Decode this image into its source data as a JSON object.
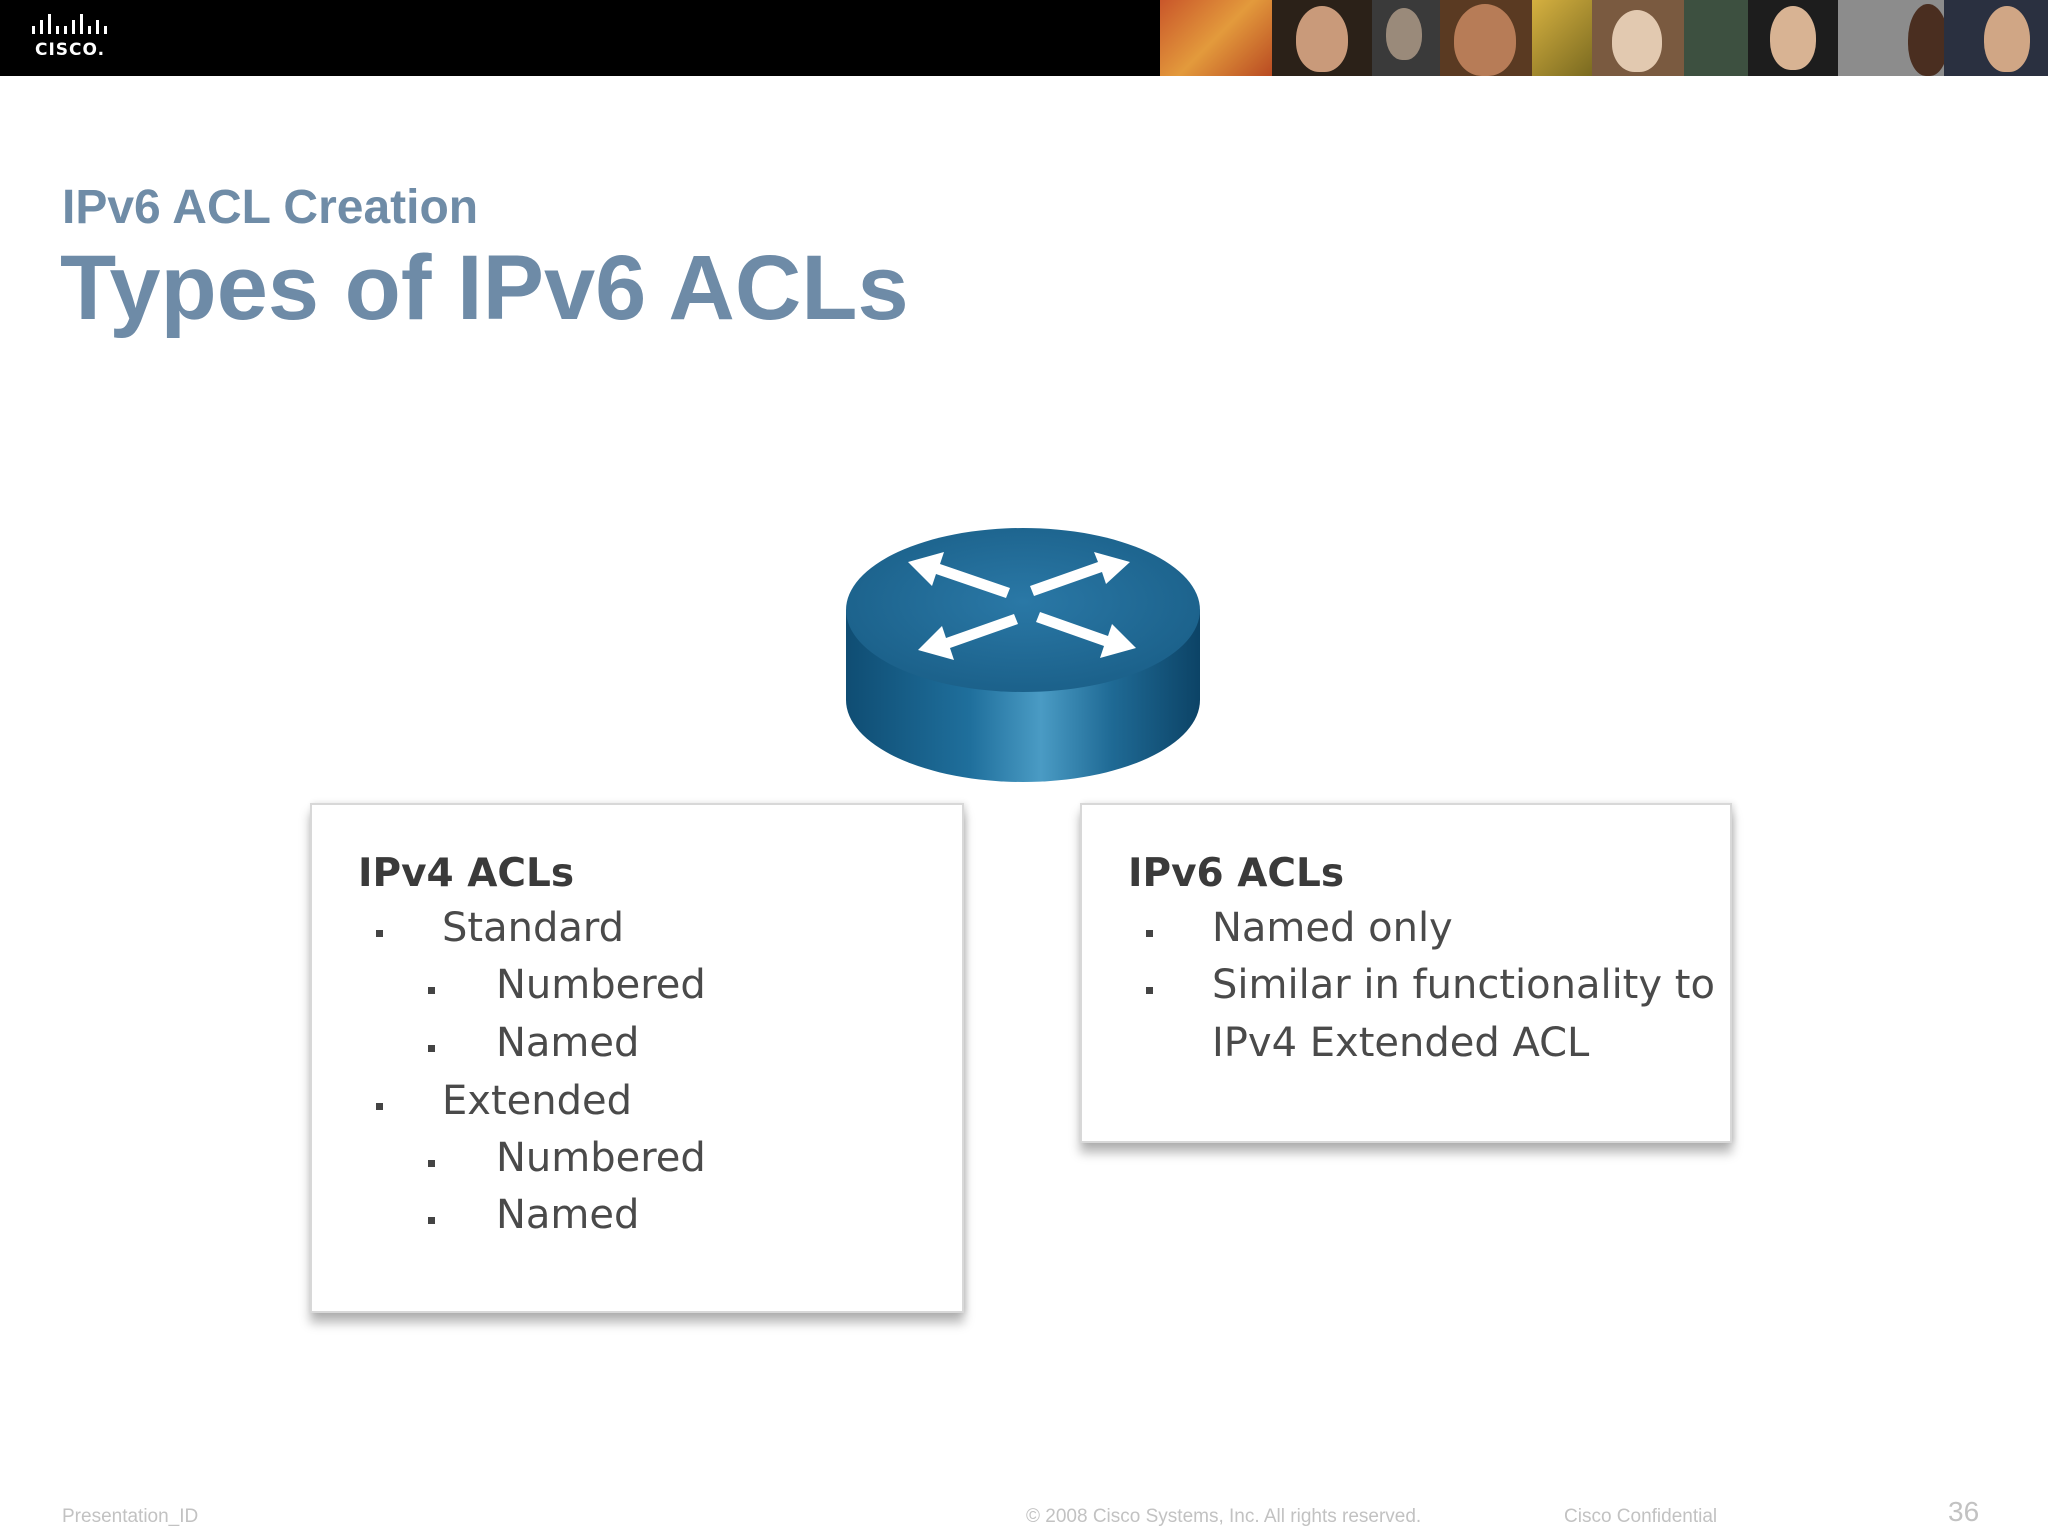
{
  "header": {
    "logo_text": "CISCO."
  },
  "slide": {
    "section_title": "IPv6 ACL Creation",
    "title": "Types of IPv6 ACLs"
  },
  "ipv4_box": {
    "heading": "IPv4 ACLs",
    "items": [
      {
        "label": "Standard",
        "level": 1
      },
      {
        "label": "Numbered",
        "level": 2
      },
      {
        "label": "Named",
        "level": 2
      },
      {
        "label": "Extended",
        "level": 1
      },
      {
        "label": "Numbered",
        "level": 2
      },
      {
        "label": "Named",
        "level": 2
      }
    ]
  },
  "ipv6_box": {
    "heading": "IPv6 ACLs",
    "items": [
      {
        "label": "Named only"
      },
      {
        "label": "Similar in functionality to",
        "continuation": "IPv4 Extended ACL"
      }
    ]
  },
  "footer": {
    "presentation_id": "Presentation_ID",
    "copyright": "© 2008 Cisco Systems, Inc. All rights reserved.",
    "confidential": "Cisco Confidential",
    "page_number": "36"
  },
  "colors": {
    "title": "#6e8ba7",
    "router_top": "#1f6590",
    "router_side": "#1b5f86",
    "top_bar": "#000000"
  },
  "icons": {
    "logo": "cisco-bridge-logo-icon",
    "router": "router-icon"
  }
}
